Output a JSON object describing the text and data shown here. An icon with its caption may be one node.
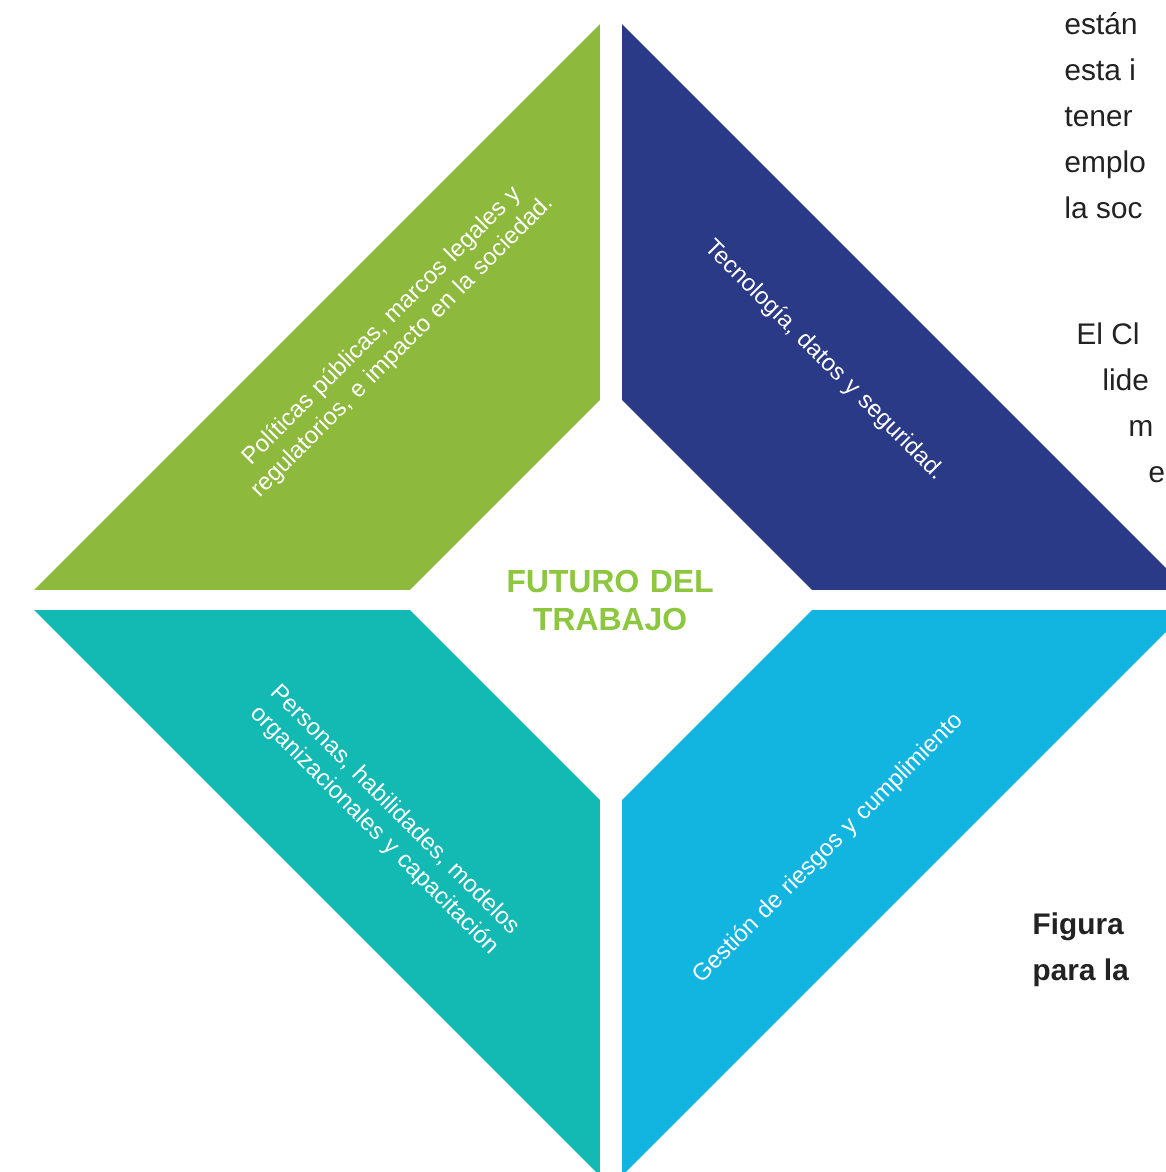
{
  "diagram": {
    "nodes": [
      {
        "text": [
          "Políticas públicas, marcos legales y regulatorios, e impacto en la sociedad."
        ]
      },
      {
        "text": [
          "Tecnología, datos y seguridad."
        ]
      },
      {
        "text": [
          "Personas, habilidades, modelos organizacionales y capacitación"
        ]
      },
      {
        "text": [
          "Gestión de riesgos y cumplimiento"
        ]
      }
    ],
    "labels": [
      "están",
      "esta i",
      "tener",
      "emplo",
      "la soc",
      "El Cl",
      "lide",
      "m",
      "e",
      "FUTURO DEL TRABAJO",
      "**Figura**",
      "**para la**"
    ]
  }
}
